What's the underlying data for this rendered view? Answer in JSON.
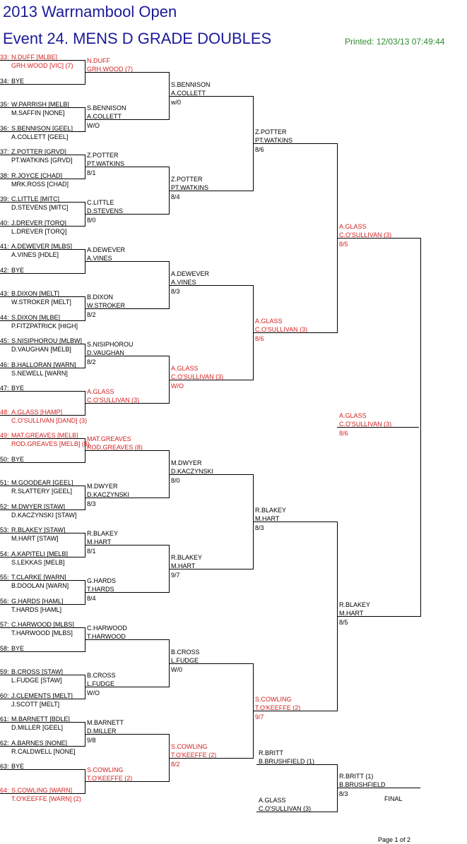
{
  "header": {
    "title": "2013 Warrnambool Open",
    "event": "Event 24. MENS D GRADE DOUBLES",
    "printed": "Printed: 12/03/13 07:49:44"
  },
  "footer": {
    "page": "Page 1 of 2",
    "final_label": "FINAL"
  },
  "highlight_color": "#d42020",
  "round1": [
    {
      "seed": "33:",
      "p1": "N.DUFF [MLBE]",
      "p2": "GRH.WOOD [VIC] (7)",
      "red": true
    },
    {
      "seed": "34:",
      "p1": "BYE",
      "p2": "",
      "red": false
    },
    {
      "seed": "35:",
      "p1": "W.PARRISH [MELB]",
      "p2": "M.SAFFIN [NONE]",
      "red": false
    },
    {
      "seed": "36:",
      "p1": "S.BENNISON [GEEL]",
      "p2": "A.COLLETT [GEEL]",
      "red": false
    },
    {
      "seed": "37:",
      "p1": "Z.POTTER [GRVD]",
      "p2": "PT.WATKINS [GRVD]",
      "red": false
    },
    {
      "seed": "38:",
      "p1": "R.JOYCE [CHAD]",
      "p2": "MRK.ROSS [CHAD]",
      "red": false
    },
    {
      "seed": "39:",
      "p1": "C.LITTLE [MITC]",
      "p2": "D.STEVENS [MITC]",
      "red": false
    },
    {
      "seed": "40:",
      "p1": "J.DREVER [TORQ]",
      "p2": "L.DREVER [TORQ]",
      "red": false
    },
    {
      "seed": "41:",
      "p1": "A.DEWEVER [MLBS]",
      "p2": "A.VINES [HDLE]",
      "red": false
    },
    {
      "seed": "42:",
      "p1": "BYE",
      "p2": "",
      "red": false
    },
    {
      "seed": "43:",
      "p1": "B.DIXON [MELT]",
      "p2": "W.STROKER [MELT]",
      "red": false
    },
    {
      "seed": "44:",
      "p1": "S.DIXON [MLBE]",
      "p2": "P.FITZPATRICK [HIGH]",
      "red": false
    },
    {
      "seed": "45:",
      "p1": "S.NISIPHOROU [MLBW]",
      "p2": "D.VAUGHAN [MELB]",
      "red": false
    },
    {
      "seed": "46:",
      "p1": "B.HALLORAN [WARN]",
      "p2": "S.NEWELL [WARN]",
      "red": false
    },
    {
      "seed": "47:",
      "p1": "BYE",
      "p2": "",
      "red": false
    },
    {
      "seed": "48:",
      "p1": "A.GLASS [HAMP]",
      "p2": "C.O'SULLIVAN [DAND] (3)",
      "red": true
    },
    {
      "seed": "49:",
      "p1": "MAT.GREAVES [MELB]",
      "p2": "ROD.GREAVES [MELB] (8)",
      "red": true
    },
    {
      "seed": "50:",
      "p1": "BYE",
      "p2": "",
      "red": false
    },
    {
      "seed": "51:",
      "p1": "M.GOODEAR [GEEL]",
      "p2": "R.SLATTERY [GEEL]",
      "red": false
    },
    {
      "seed": "52:",
      "p1": "M.DWYER [STAW]",
      "p2": "D.KACZYNSKI [STAW]",
      "red": false
    },
    {
      "seed": "53:",
      "p1": "R.BLAKEY [STAW]",
      "p2": "M.HART [STAW]",
      "red": false
    },
    {
      "seed": "54:",
      "p1": "A.KAPITELI [MELB]",
      "p2": "S.LEKKAS [MELB]",
      "red": false
    },
    {
      "seed": "55:",
      "p1": "T.CLARKE [WARN]",
      "p2": "B.DOOLAN [WARN]",
      "red": false
    },
    {
      "seed": "56:",
      "p1": "G.HARDS [HAML]",
      "p2": "T.HARDS [HAML]",
      "red": false
    },
    {
      "seed": "57:",
      "p1": "C.HARWOOD [MLBS]",
      "p2": "T.HARWOOD [MLBS]",
      "red": false
    },
    {
      "seed": "58:",
      "p1": "BYE",
      "p2": "",
      "red": false
    },
    {
      "seed": "59:",
      "p1": "B.CROSS [STAW]",
      "p2": "L.FUDGE [STAW]",
      "red": false
    },
    {
      "seed": "60:",
      "p1": "J.CLEMENTS [MELT]",
      "p2": "J.SCOTT [MELT]",
      "red": false
    },
    {
      "seed": "61:",
      "p1": "M.BARNETT [BDLE]",
      "p2": "D.MILLER [GEEL]",
      "red": false
    },
    {
      "seed": "62:",
      "p1": "A.BARNES [NONE]",
      "p2": "R.CALDWELL [NONE]",
      "red": false
    },
    {
      "seed": "63:",
      "p1": "BYE",
      "p2": "",
      "red": false
    },
    {
      "seed": "64:",
      "p1": "S.COWLING [WARN]",
      "p2": "T.O'KEEFFE [WARN] (2)",
      "red": true
    }
  ],
  "round2": [
    {
      "p1": "N.DUFF",
      "p2": "GRH.WOOD (7)",
      "score": "",
      "red": true
    },
    {
      "p1": "S.BENNISON",
      "p2": "A.COLLETT",
      "score": "W/O",
      "red": false
    },
    {
      "p1": "Z.POTTER",
      "p2": "PT.WATKINS",
      "score": "8/1",
      "red": false
    },
    {
      "p1": "C.LITTLE",
      "p2": "D.STEVENS",
      "score": "8/0",
      "red": false
    },
    {
      "p1": "A.DEWEVER",
      "p2": "A.VINES",
      "score": "",
      "red": false
    },
    {
      "p1": "B.DIXON",
      "p2": "W.STROKER",
      "score": "8/2",
      "red": false
    },
    {
      "p1": "S.NISIPHOROU",
      "p2": "D.VAUGHAN",
      "score": "8/2",
      "red": false
    },
    {
      "p1": "A.GLASS",
      "p2": "C.O'SULLIVAN (3)",
      "score": "",
      "red": true
    },
    {
      "p1": "MAT.GREAVES",
      "p2": "ROD.GREAVES (8)",
      "score": "",
      "red": true
    },
    {
      "p1": "M.DWYER",
      "p2": "D.KACZYNSKI",
      "score": "8/3",
      "red": false
    },
    {
      "p1": "R.BLAKEY",
      "p2": "M.HART",
      "score": "8/1",
      "red": false
    },
    {
      "p1": "G.HARDS",
      "p2": "T.HARDS",
      "score": "8/4",
      "red": false
    },
    {
      "p1": "C.HARWOOD",
      "p2": "T.HARWOOD",
      "score": "",
      "red": false
    },
    {
      "p1": "B.CROSS",
      "p2": "L.FUDGE",
      "score": "W/O",
      "red": false
    },
    {
      "p1": "M.BARNETT",
      "p2": "D.MILLER",
      "score": "9/8",
      "red": false
    },
    {
      "p1": "S.COWLING",
      "p2": "T.O'KEEFFE (2)",
      "score": "",
      "red": true
    }
  ],
  "round3": [
    {
      "p1": "S.BENNISON",
      "p2": "A.COLLETT",
      "score": "w/0",
      "red": false
    },
    {
      "p1": "Z.POTTER",
      "p2": "PT.WATKINS",
      "score": "8/4",
      "red": false
    },
    {
      "p1": "A.DEWEVER",
      "p2": "A.VINES",
      "score": "8/3",
      "red": false
    },
    {
      "p1": "A.GLASS",
      "p2": "C.O'SULLIVAN (3)",
      "score": "W/O",
      "red": true
    },
    {
      "p1": "M.DWYER",
      "p2": "D.KACZYNSKI",
      "score": "8/0",
      "red": false
    },
    {
      "p1": "R.BLAKEY",
      "p2": "M.HART",
      "score": "9/7",
      "red": false
    },
    {
      "p1": "B.CROSS",
      "p2": "L.FUDGE",
      "score": "W/0",
      "red": false
    },
    {
      "p1": "S.COWLING",
      "p2": "T.O'KEEFFE (2)",
      "score": "8/2",
      "red": true
    }
  ],
  "round4": [
    {
      "p1": "Z.POTTER",
      "p2": "PT.WATKINS",
      "score": "8/6",
      "red": false
    },
    {
      "p1": "A.GLASS",
      "p2": "C.O'SULLIVAN (3)",
      "score": "8/6",
      "red": true
    },
    {
      "p1": "R.BLAKEY",
      "p2": "M.HART",
      "score": "8/3",
      "red": false
    },
    {
      "p1": "S.COWLING",
      "p2": "T.O'KEEFFE (2)",
      "score": "9/7",
      "red": true
    }
  ],
  "round5": [
    {
      "p1": "A.GLASS",
      "p2": "C.O'SULLIVAN (3)",
      "score": "8/5",
      "red": true
    },
    {
      "p1": "R.BLAKEY",
      "p2": "M.HART",
      "score": "8/5",
      "red": false
    }
  ],
  "round6": [
    {
      "p1": "A.GLASS",
      "p2": "C.O'SULLIVAN (3)",
      "score": "8/6",
      "red": true
    }
  ],
  "playoff": {
    "match_a": {
      "p1": "R.BRITT",
      "p2": "B.BRUSHFIELD (1)"
    },
    "match_b": {
      "p1": "A.GLASS",
      "p2": "C.O'SULLIVAN (3)"
    },
    "result": {
      "p1": "R.BRITT (1)",
      "p2": "B.BRUSHFIELD",
      "score": "8/3"
    }
  }
}
